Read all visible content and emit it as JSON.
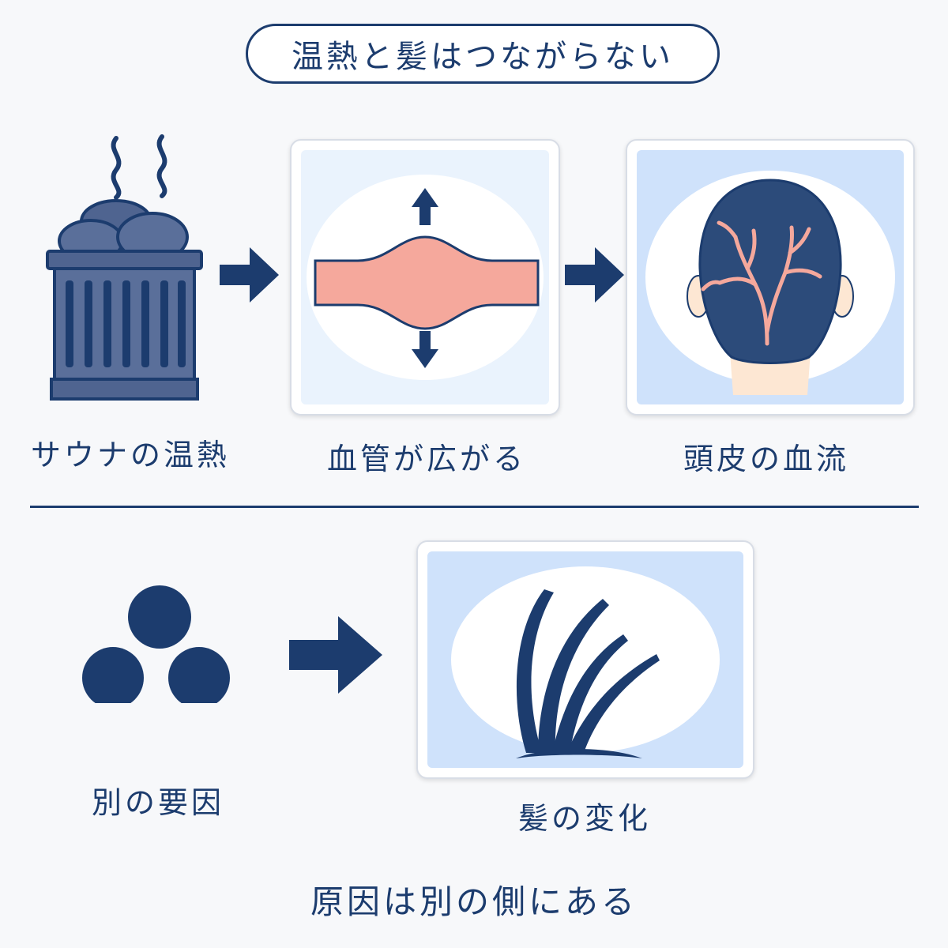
{
  "title": "温熱と髪はつながらない",
  "top_row": {
    "items": [
      {
        "label": "サウナの温熱",
        "icon": "sauna-stove-icon"
      },
      {
        "label": "血管が広がる",
        "icon": "vessel-dilation-icon"
      },
      {
        "label": "頭皮の血流",
        "icon": "scalp-blood-flow-icon"
      }
    ]
  },
  "bottom_row": {
    "items": [
      {
        "label": "別の要因",
        "icon": "three-dots-icon"
      },
      {
        "label": "髪の変化",
        "icon": "hair-strands-icon"
      }
    ]
  },
  "conclusion": "原因は別の側にある",
  "colors": {
    "navy": "#1c3c6e",
    "light_blue": "#cfe2fb",
    "pale_blue": "#eaf3fd",
    "vessel_pink": "#f5a89c",
    "skin": "#fde7d3"
  }
}
